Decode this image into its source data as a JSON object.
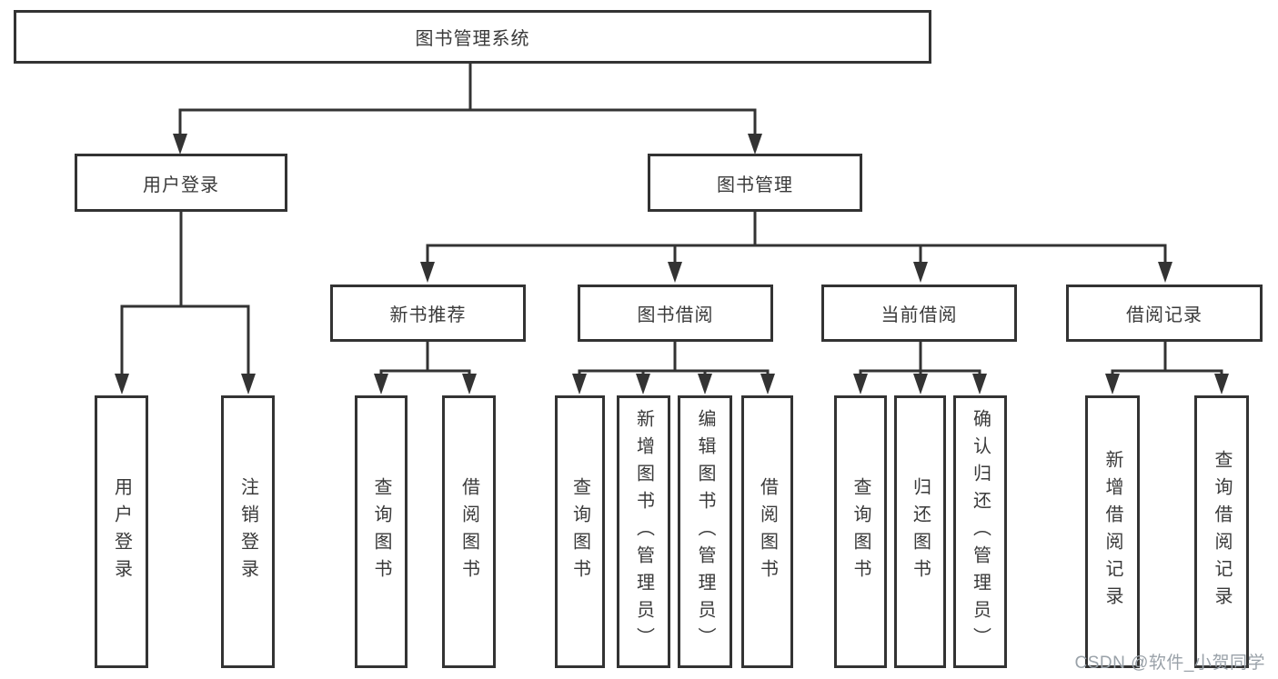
{
  "diagram": {
    "root": {
      "label": "图书管理系统"
    },
    "level2": [
      {
        "id": "user_login",
        "label": "用户登录",
        "children": [
          "用户登录",
          "注销登录"
        ]
      },
      {
        "id": "book_management",
        "label": "图书管理"
      }
    ],
    "modules": [
      {
        "label": "新书推荐",
        "children": [
          "查询图书",
          "借阅图书"
        ]
      },
      {
        "label": "图书借阅",
        "children": [
          "查询图书",
          "新增图书（管理员）",
          "编辑图书（管理员）",
          "借阅图书"
        ]
      },
      {
        "label": "当前借阅",
        "children": [
          "查询图书",
          "归还图书",
          "确认归还（管理员）"
        ]
      },
      {
        "label": "借阅记录",
        "children": [
          "新增借阅记录",
          "查询借阅记录"
        ]
      }
    ]
  },
  "watermark": {
    "text": "CSDN @软件_小贺同学",
    "color": "#9aa2a9"
  },
  "colors": {
    "line": "#333333",
    "box_border": "#333333",
    "text": "#3a3a3a",
    "background": "#ffffff"
  }
}
